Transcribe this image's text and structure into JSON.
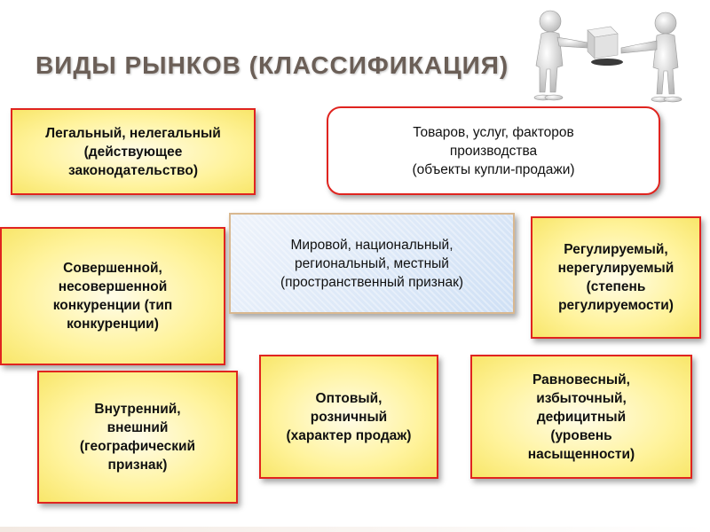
{
  "title": "ВИДЫ РЫНКОВ  (КЛАССИФИКАЦИЯ)",
  "illustration": "two-figures-exchanging-box",
  "boxes": {
    "legal": "Легальный, нелегальный\n(действующее\nзаконодательство)",
    "goods": "Товаров, услуг, факторов\nпроизводства\n(объекты купли-продажи)",
    "competition": "Совершенной,\nнесовершенной\nконкуренции (тип\nконкуренции)",
    "spatial": "Мировой, национальный,\nрегиональный, местный\n(пространственный признак)",
    "regulated": "Регулируемый,\nнерегулируемый\n(степень\nрегулируемости)",
    "geographic": "Внутренний,\nвнешний\n(географический\nпризнак)",
    "wholesale": "Оптовый,\nрозничный\n(характер продаж)",
    "equilibrium": "Равновесный,\nизбыточный,\nдефицитный\n(уровень\nнасыщенности)"
  },
  "colors": {
    "border": "#e0241f",
    "fill": "#fff39c",
    "title": "#6b5f57"
  }
}
